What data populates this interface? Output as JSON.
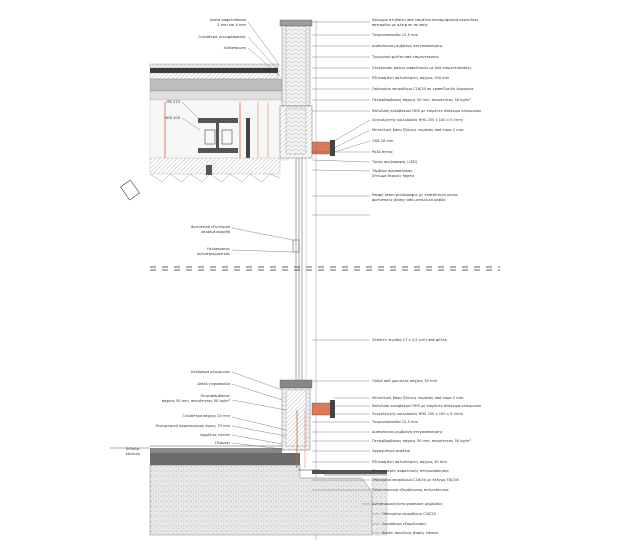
{
  "labels_right": [
    {
      "id": "r1",
      "text": "Κάλυμμα στηθαίου από τσιμέντο ποτάμι/φυσικό καρτελακι,",
      "text2": "ποτισμένο με αλείφ σε ση οπής"
    },
    {
      "id": "r2",
      "text": "Τσιμεντοσανίδα 12,5 mm"
    },
    {
      "id": "r3",
      "text": "Διαπνέουσα μεμβράνη στεγανοποίησης"
    },
    {
      "id": "r4",
      "text": "Τριγωνικό φιλέτο από τσιμεντοκονία"
    },
    {
      "id": "r5",
      "text": "Στεγάνωση ρόλων ασφαλτικών με δύο τσιμεντοπλάκες"
    },
    {
      "id": "r6",
      "text": "Εξηλασμένη πολυστερίνη, πάχους 100 mm"
    },
    {
      "id": "r7",
      "text": "Οπλισμένο σκυρόδεμα C16/20 σε τραπεζοειδή λαμαρίνα"
    },
    {
      "id": "r8",
      "text": "Πετροβάμβακας πάχους 50 mm, πυκνότητας 50 kg/m³"
    },
    {
      "id": "r9",
      "text": "Επένδυση κολοβακιού RHS με τσιμέντο πλάκωμα αλουμινίου"
    },
    {
      "id": "r10",
      "text": "Συγκολλητής κοιλοδοκός RHS 200 x 100 x 5 (mm)"
    },
    {
      "id": "r11",
      "text": "Μεταλλική βάση ξύλινης ταμπλάς από λάμα 2 mm."
    },
    {
      "id": "r12",
      "text": "OSB 18 mm"
    },
    {
      "id": "r13",
      "text": "Ρολό σήτας"
    },
    {
      "id": "r14",
      "text": "Τουάν ψευδοροφής (LED)"
    },
    {
      "id": "r15",
      "text": "Τόμβινα σιρισοπλάκας",
      "text2": "Σήτωμα θερινής πόρτα"
    },
    {
      "id": "r16",
      "text": "Επαφή ιστού ψευδοροφής με ταπεθέτηση μέσης",
      "text2": "φωτιστικής βάσης από μεταλλικό ράβδο"
    },
    {
      "id": "r17",
      "text": "Σύνθετη τηγάδα 17 x 4,5 (cm) από φύλλο"
    },
    {
      "id": "r18",
      "text": "Ποδιά από χρωτικής πάχους 30 mm"
    },
    {
      "id": "r19",
      "text": "Μεταλλική βάση ξύλινης ταμπλάς από λάμα 2 mm."
    },
    {
      "id": "r20",
      "text": "Επένδυση κολοβακιού RHS με τσιμέντο πλάκωμα αλουμινίου"
    },
    {
      "id": "r21",
      "text": "Συγκολλητής κοιλοδοκός RHS 200 x 100 x 5 (mm)"
    },
    {
      "id": "r22",
      "text": "Τσιμεντοσανίδα 12,5 mm"
    },
    {
      "id": "r23",
      "text": "Διαπνέουσα μεμβράνη στεγανοποίησης"
    },
    {
      "id": "r24",
      "text": "Πετροβάμβακας πάχους 50 mm, πυκνότητας 50 kg/m³"
    },
    {
      "id": "r25",
      "text": "Σφραγιστικό ρεσάλιο"
    },
    {
      "id": "r26",
      "text": "Εξηλασμένη πολυστερίνη, πάχους 30 mm"
    },
    {
      "id": "r27",
      "text": "Ελαστομερές ασφαλτικής στεγανοποίησης"
    },
    {
      "id": "r28",
      "text": "Οπλισμένο σκυρόδεμα C16/20 με πλέγμα Τ8/200"
    },
    {
      "id": "r29",
      "text": "Τσιμεντοκονία εξομάλυνσης πυλωτότητας"
    },
    {
      "id": "r30",
      "text": "Αντισεισμική/αντιυγρασιακή μεμβράνη"
    },
    {
      "id": "r31",
      "text": "Οπλισμένο σκυρόδεμα C20/25"
    },
    {
      "id": "r32",
      "text": "Σκυρόδεμα εξομάλυνσης"
    },
    {
      "id": "r33",
      "text": "Φιλάει ποιώδους βαφής τσιπών"
    }
  ],
  "labels_left": [
    {
      "id": "l1",
      "text": "Διπλό ασφαλτόπανο",
      "text2": "3 mm και 4 mm"
    },
    {
      "id": "l2",
      "text": "Ξυλοπέτρα γεωυφάσματος"
    },
    {
      "id": "l3",
      "text": "Λιθόστρωση"
    },
    {
      "id": "l4",
      "text": "IPE 270"
    },
    {
      "id": "l5",
      "text": "HEB 200"
    },
    {
      "id": "l6",
      "text": "Φωτιστικό εξωτερικό",
      "text2": "σκιασμένο/ορθό"
    },
    {
      "id": "l7",
      "text": "Υαλοπίνακας",
      "text2": "πολυστρωματικός"
    },
    {
      "id": "l8",
      "text": "Κολόμπρα αλουμινίου"
    },
    {
      "id": "l9",
      "text": "Διπλό γυψοσανίδα"
    },
    {
      "id": "l10",
      "text": "Πετροβάμβακας",
      "text2": "πάχους 50 mm, πυκνότητας 50 kg/m³"
    },
    {
      "id": "l11",
      "text": "Ξυλοπέτρα πάχους 20 mm"
    },
    {
      "id": "l12",
      "text": "Περιμετρική αρμοταινίαση ύψους 70 mm"
    },
    {
      "id": "l13",
      "text": "Αρμόλίος κλείστ"
    },
    {
      "id": "l14",
      "text": "Πλακάκι"
    },
    {
      "id": "l15",
      "text": "Πεζοδρ.",
      "text2": "κόλλιση"
    }
  ]
}
